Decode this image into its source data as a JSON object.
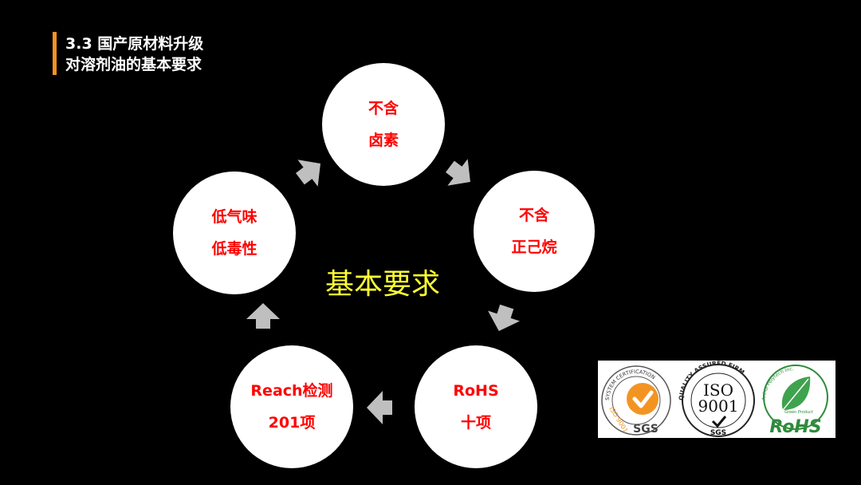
{
  "header": {
    "line1": "3.3 国产原材料升级",
    "line2": "对溶剂油的基本要求",
    "accent_color": "#f39422"
  },
  "center_label": "基本要求",
  "nodes": [
    {
      "line1": "不含",
      "line2": "卤素"
    },
    {
      "line1": "不含",
      "line2": "正己烷"
    },
    {
      "line1": "RoHS",
      "line2": "十项"
    },
    {
      "line1": "Reach检测",
      "line2": "201项"
    },
    {
      "line1": "低气味",
      "line2": "低毒性"
    }
  ],
  "certifications": {
    "sgs": {
      "ring_text": "SYSTEM CERTIFICATION",
      "side_text": "ISO 9001",
      "brand": "SGS"
    },
    "iso": {
      "ring_text": "QUALITY ASSURED FIRM",
      "line1": "ISO",
      "line2": "9001",
      "brand": "SGS"
    },
    "rohs": {
      "ring_text": "Anhui Polytech Inc.",
      "inner_text": "Green Product",
      "brand": "RoHS"
    }
  },
  "colors": {
    "background": "#000000",
    "node_text": "#ff0000",
    "center_text": "#ffff33",
    "arrow": "#bfbfbf",
    "sgs_orange": "#f39422",
    "rohs_green": "#2e8b3a"
  }
}
